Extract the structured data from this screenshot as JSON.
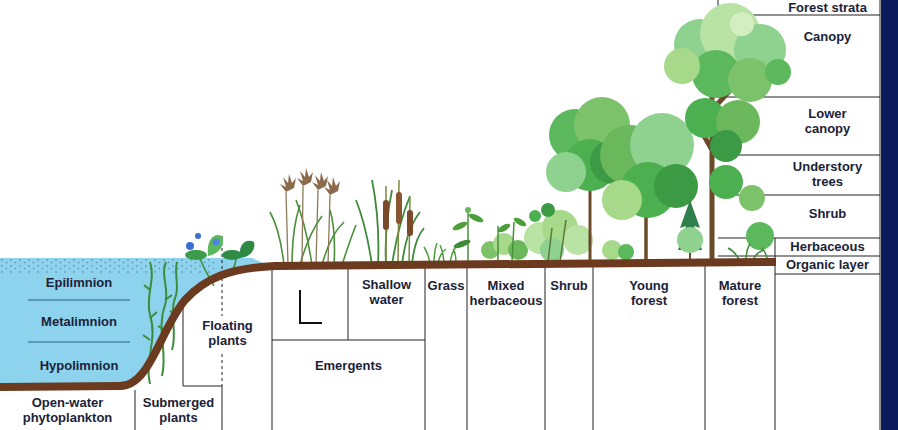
{
  "diagram": {
    "nodes": [
      {
        "text": [
          "Canopy"
        ]
      },
      {
        "text": [
          "Lower canopy"
        ]
      },
      {
        "text": [
          "Understory trees"
        ]
      },
      {
        "text": [
          "Shrub"
        ]
      },
      {
        "text": [
          "Herbaceous"
        ]
      },
      {
        "text": [
          "Organic layer"
        ]
      },
      {
        "text": [
          "Shallow water"
        ]
      },
      {
        "text": [
          "Grass"
        ]
      },
      {
        "text": [
          "Mixed herbaceous"
        ]
      },
      {
        "text": [
          "Shrub"
        ]
      },
      {
        "text": [
          "Young forest"
        ]
      },
      {
        "text": [
          "Mature forest"
        ]
      },
      {
        "text": [
          "Floating plants"
        ]
      },
      {
        "text": [
          "Emergents"
        ]
      },
      {
        "text": [
          "Open-water phytoplankton"
        ]
      },
      {
        "text": [
          "Submerged plants"
        ]
      }
    ],
    "labels": [
      "Forest strata",
      "Epilimnion",
      "Metalimnion",
      "Hypolimnion"
    ]
  }
}
